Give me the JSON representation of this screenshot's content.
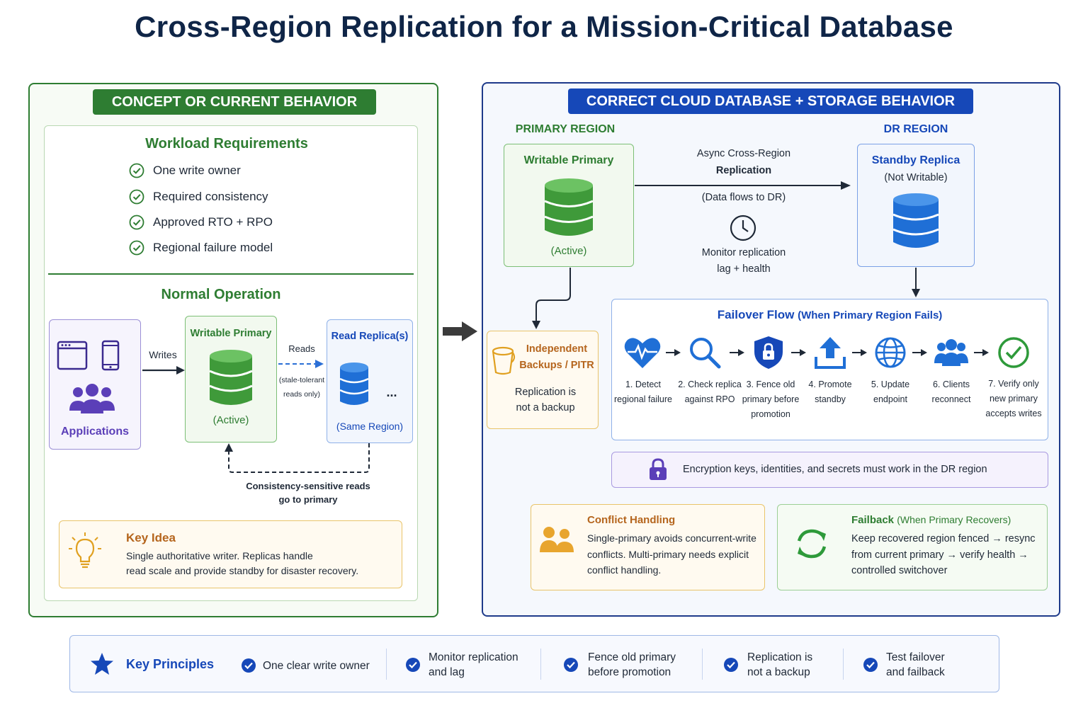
{
  "title": "Cross-Region Replication for a Mission-Critical Database",
  "left": {
    "banner": "CONCEPT OR CURRENT BEHAVIOR",
    "requirements": {
      "heading": "Workload Requirements",
      "items": [
        "One write owner",
        "Required consistency",
        "Approved RTO + RPO",
        "Regional failure model"
      ]
    },
    "normal_operation": {
      "heading": "Normal Operation",
      "applications": "Applications",
      "writes": "Writes",
      "writable_primary": "Writable Primary",
      "active": "(Active)",
      "reads": "Reads",
      "stale_line1": "(stale-tolerant",
      "stale_line2": "reads only)",
      "read_replicas": "Read Replica(s)",
      "ellipsis": "...",
      "same_region": "(Same Region)",
      "consistency_line1": "Consistency-sensitive reads",
      "consistency_line2": "go to primary"
    },
    "key_idea": {
      "heading": "Key Idea",
      "line1": "Single authoritative writer. Replicas handle",
      "line2": "read scale and provide standby for disaster recovery."
    }
  },
  "right": {
    "banner": "CORRECT CLOUD DATABASE + STORAGE BEHAVIOR",
    "primary_region": "PRIMARY REGION",
    "dr_region": "DR REGION",
    "writable_primary": "Writable Primary",
    "active": "(Active)",
    "async_line1": "Async Cross-Region",
    "async_line2": "Replication",
    "data_flows": "(Data flows to DR)",
    "monitor_line1": "Monitor replication",
    "monitor_line2": "lag + health",
    "standby": "Standby Replica",
    "not_writable": "(Not Writable)",
    "backups_line1": "Independent",
    "backups_line2": "Backups / PITR",
    "backup_note_line1": "Replication is",
    "backup_note_line2": "not a backup",
    "failover": {
      "heading": "Failover Flow",
      "subheading": "(When Primary Region Fails)",
      "steps": [
        {
          "icon": "heartbeat-icon",
          "line1": "1. Detect",
          "line2": "regional failure",
          "line3": ""
        },
        {
          "icon": "magnifier-icon",
          "line1": "2. Check replica",
          "line2": "against RPO",
          "line3": ""
        },
        {
          "icon": "shield-lock-icon",
          "line1": "3. Fence old",
          "line2": "primary before",
          "line3": "promotion"
        },
        {
          "icon": "upload-icon",
          "line1": "4. Promote",
          "line2": "standby",
          "line3": ""
        },
        {
          "icon": "globe-icon",
          "line1": "5. Update",
          "line2": "endpoint",
          "line3": ""
        },
        {
          "icon": "users-icon",
          "line1": "6. Clients",
          "line2": "reconnect",
          "line3": ""
        },
        {
          "icon": "check-circle-icon",
          "line1": "7. Verify only",
          "line2": "new primary",
          "line3": "accepts writes"
        }
      ]
    },
    "encryption": "Encryption keys, identities, and secrets must work in the DR region",
    "conflict": {
      "heading": "Conflict Handling",
      "line1": "Single-primary avoids concurrent-write",
      "line2": "conflicts. Multi-primary needs explicit",
      "line3": "conflict handling."
    },
    "failback": {
      "heading": "Failback",
      "subheading": "(When Primary Recovers)",
      "line1": "Keep recovered region fenced → resync",
      "line2": "from current primary → verify health →",
      "line3": "controlled switchover"
    }
  },
  "principles": {
    "heading": "Key Principles",
    "items": [
      {
        "line1": "One clear write owner",
        "line2": ""
      },
      {
        "line1": "Monitor replication",
        "line2": "and lag"
      },
      {
        "line1": "Fence old primary",
        "line2": "before promotion"
      },
      {
        "line1": "Replication is",
        "line2": "not a backup"
      },
      {
        "line1": "Test failover",
        "line2": "and failback"
      }
    ]
  },
  "colors": {
    "green": "#2e7d32",
    "blue": "#1648b8",
    "navy": "#0f2547",
    "purple": "#5b3fb8",
    "amber": "#b5651d"
  }
}
